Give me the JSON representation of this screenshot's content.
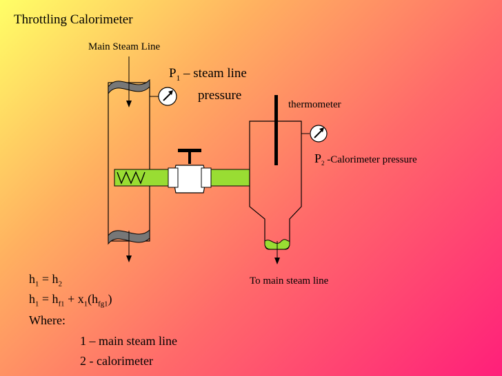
{
  "title": "Throttling Calorimeter",
  "labels": {
    "main_steam_line": "Main Steam Line",
    "p1_symbol": "P",
    "p1_sub": "1",
    "p1_text": " – steam line",
    "p1_text2": "pressure",
    "thermometer": "thermometer",
    "p2_symbol": "P",
    "p2_sub": "2",
    "p2_text": " -Calorimeter pressure",
    "to_main": "To main steam line"
  },
  "equations": {
    "eq1_a": "h",
    "eq1_a_sub": "1",
    "eq1_mid": " = h",
    "eq1_b_sub": "2",
    "eq2_a": "h",
    "eq2_a_sub": "1",
    "eq2_mid": " = h",
    "eq2_b_sub": "f1",
    "eq2_c": " + x",
    "eq2_c_sub": "1",
    "eq2_d": "(h",
    "eq2_d_sub": "fg1",
    "eq2_e": ")",
    "where": "Where:",
    "def1": "1 – main steam line",
    "def2": "2 - calorimeter"
  },
  "colors": {
    "pipe_green": "#99dd33",
    "cap_gray": "#777777",
    "valve_white": "#ffffff"
  }
}
